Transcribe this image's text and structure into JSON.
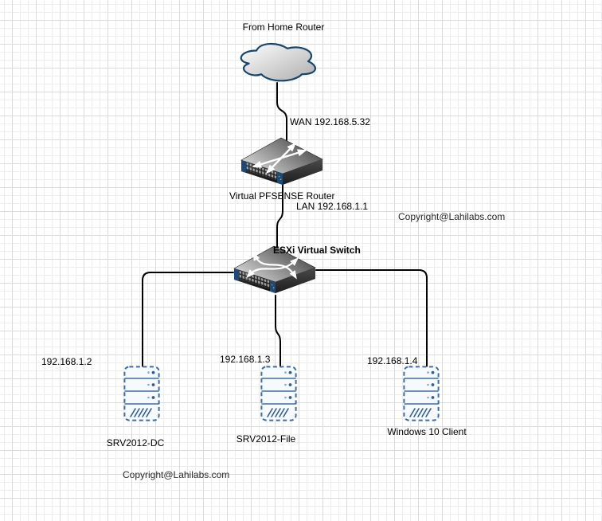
{
  "diagram": {
    "cloud": {
      "label": "From Home Router"
    },
    "router": {
      "label": "Virtual PFSENSE Router",
      "wan_label": "WAN 192.168.5.32",
      "lan_label": "LAN 192.168.1.1"
    },
    "switch": {
      "label": "ESXi Virtual Switch"
    },
    "servers": [
      {
        "ip": "192.168.1.2",
        "label": "SRV2012-DC"
      },
      {
        "ip": "192.168.1.3",
        "label": "SRV2012-File"
      },
      {
        "ip": "192.168.1.4",
        "label": "Windows 10 Client"
      }
    ],
    "watermark_top": "Copyright@Lahilabs.com",
    "watermark_bottom": "Copyright@Lahilabs.com",
    "icons": {
      "cloud": "cloud-icon",
      "router": "router-icon",
      "switch": "switch-icon",
      "server": "rack-server-icon"
    },
    "colors": {
      "canvas_bg": "#ffffff",
      "grid_minor": "#ececf8",
      "grid_major": "#d8d8ee",
      "edge": "#000000",
      "cloud_stroke": "#15466f",
      "device_accent": "#1b4a7a",
      "server_stroke": "#3a6cb0",
      "server_fill": "#f7fafd",
      "led_green": "#58b030",
      "led_amber": "#d99a2b",
      "label_text": "#000000",
      "watermark_text": "#2b2b2b"
    }
  }
}
